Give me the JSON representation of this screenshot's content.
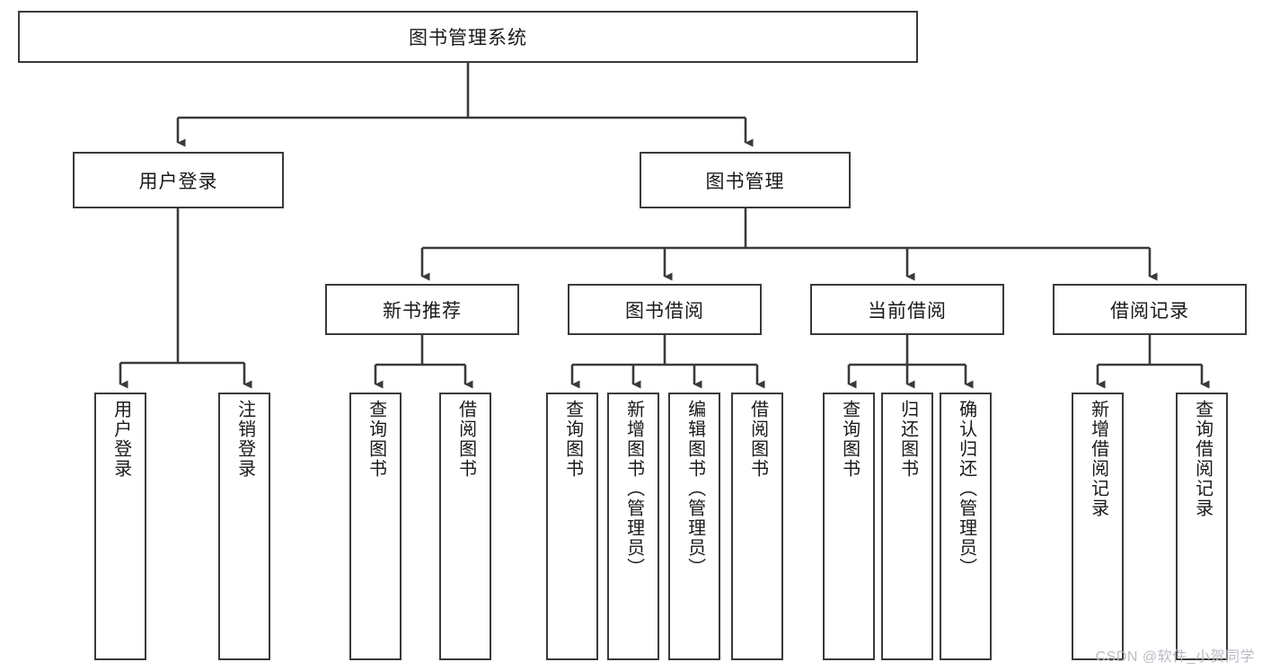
{
  "diagram": {
    "title": "图书管理系统",
    "type": "tree-hierarchy-chart",
    "watermark": "CSDN @软件_小贺同学",
    "colors": {
      "box_border": "#3a3a3a",
      "box_fill": "#ffffff",
      "connector": "#3a3a3a",
      "text": "#1a1a1a",
      "watermark": "#b9bcc4"
    },
    "nodes": {
      "root": {
        "label": "图书管理系统"
      },
      "level2": [
        {
          "label": "用户登录"
        },
        {
          "label": "图书管理"
        }
      ],
      "level3": [
        {
          "label": "新书推荐"
        },
        {
          "label": "图书借阅"
        },
        {
          "label": "当前借阅"
        },
        {
          "label": "借阅记录"
        }
      ],
      "leaves_user_login": [
        {
          "label": "用户登录"
        },
        {
          "label": "注销登录"
        }
      ],
      "leaves_new_book": [
        {
          "label": "查询图书"
        },
        {
          "label": "借阅图书"
        }
      ],
      "leaves_borrow": [
        {
          "label": "查询图书"
        },
        {
          "label": "新增图书（管理员）"
        },
        {
          "label": "编辑图书（管理员）"
        },
        {
          "label": "借阅图书"
        }
      ],
      "leaves_current": [
        {
          "label": "查询图书"
        },
        {
          "label": "归还图书"
        },
        {
          "label": "确认归还（管理员）"
        }
      ],
      "leaves_record": [
        {
          "label": "新增借阅记录"
        },
        {
          "label": "查询借阅记录"
        }
      ]
    }
  }
}
